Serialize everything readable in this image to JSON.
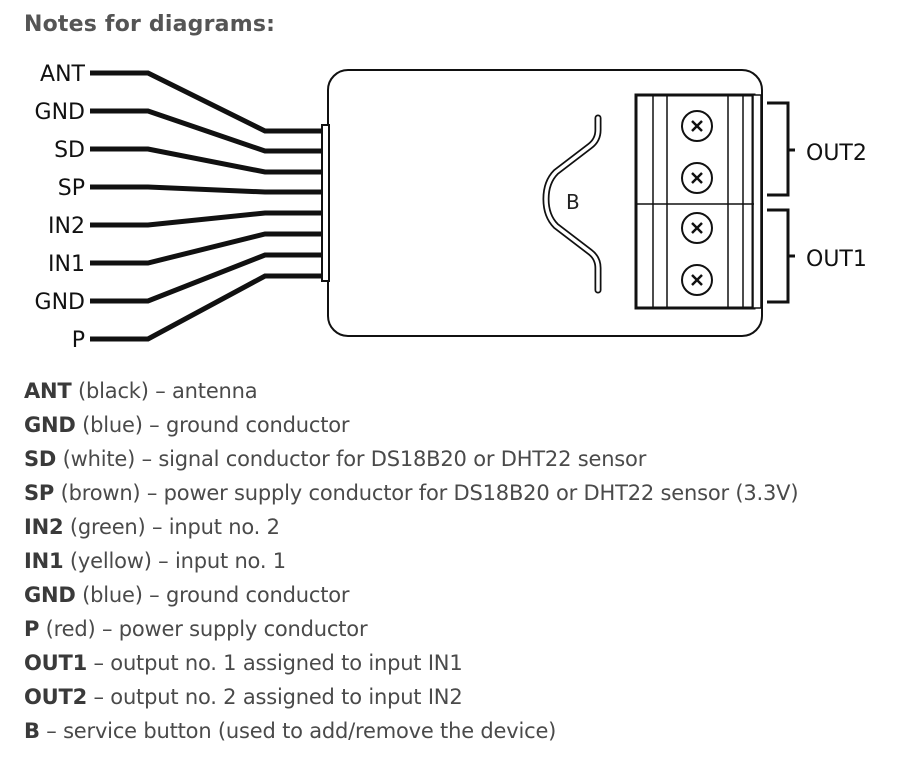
{
  "title": "Notes for diagrams:",
  "diagram": {
    "wires": [
      {
        "label": "ANT"
      },
      {
        "label": "GND"
      },
      {
        "label": "SD"
      },
      {
        "label": "SP"
      },
      {
        "label": "IN2"
      },
      {
        "label": "IN1"
      },
      {
        "label": "GND"
      },
      {
        "label": "P"
      }
    ],
    "button_label": "B",
    "outputs": [
      {
        "label": "OUT2"
      },
      {
        "label": "OUT1"
      }
    ],
    "screw_icon": "circled-x"
  },
  "notes": [
    {
      "term": "ANT",
      "rest": " (black) – antenna"
    },
    {
      "term": "GND",
      "rest": " (blue) – ground conductor"
    },
    {
      "term": "SD",
      "rest": " (white) – signal conductor for DS18B20 or DHT22 sensor"
    },
    {
      "term": "SP",
      "rest": " (brown) – power supply conductor for DS18B20 or DHT22 sensor (3.3V)"
    },
    {
      "term": "IN2",
      "rest": " (green) – input no. 2"
    },
    {
      "term": "IN1",
      "rest": " (yellow) – input no. 1"
    },
    {
      "term": "GND",
      "rest": " (blue) – ground conductor"
    },
    {
      "term": "P",
      "rest": " (red) – power supply conductor"
    },
    {
      "term": "OUT1",
      "rest": " – output no. 1 assigned to input IN1"
    },
    {
      "term": "OUT2",
      "rest": " – output no. 2 assigned to input IN2"
    },
    {
      "term": "B",
      "rest": " – service button (used to add/remove the device)"
    }
  ]
}
